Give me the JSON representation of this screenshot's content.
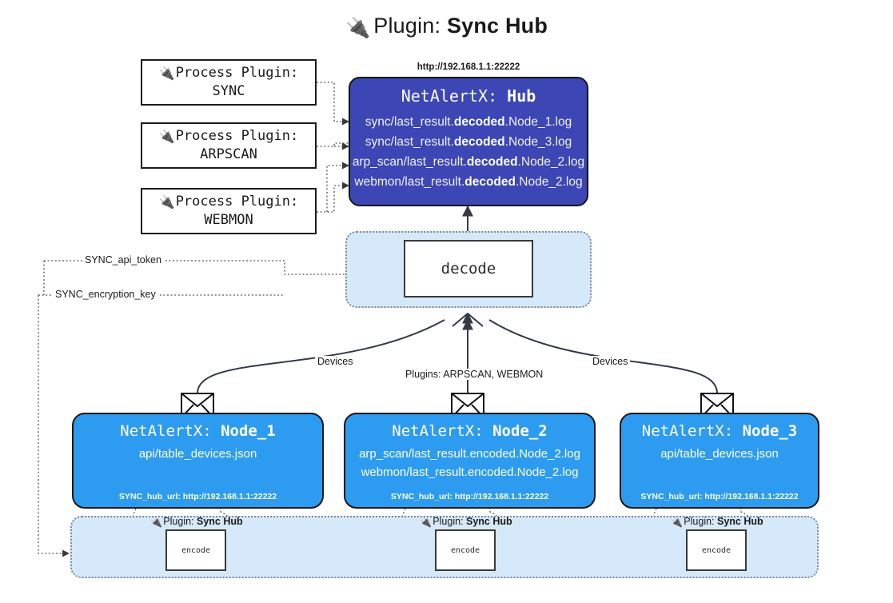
{
  "title": {
    "icon": "plug-icon",
    "glyph": "🔌",
    "prefix": "Plugin: ",
    "name": "Sync Hub"
  },
  "process_plugins": [
    {
      "line1_prefix": "Process Plugin:",
      "line2": "SYNC",
      "glyph": "🔌"
    },
    {
      "line1_prefix": "Process Plugin:",
      "line2": "ARPSCAN",
      "glyph": "🔌"
    },
    {
      "line1_prefix": "Process Plugin:",
      "line2": "WEBMON",
      "glyph": "🔌"
    }
  ],
  "hub": {
    "url": "http://192.168.1.1:22222",
    "title_prefix": "NetAlertX: ",
    "title_name": "Hub",
    "logs": [
      {
        "pre": "sync/last_result.",
        "em": "decoded",
        "post": ".Node_1.log"
      },
      {
        "pre": "sync/last_result.",
        "em": "decoded",
        "post": ".Node_3.log"
      },
      {
        "pre": "arp_scan/last_result.",
        "em": "decoded",
        "post": ".Node_2.log"
      },
      {
        "pre": "webmon/last_result.",
        "em": "decoded",
        "post": ".Node_2.log"
      }
    ]
  },
  "decode": {
    "label": "decode"
  },
  "config_labels": {
    "api_token": "SYNC_api_token",
    "encryption_key": "SYNC_encryption_key"
  },
  "edge_labels": {
    "devices_left": "Devices",
    "devices_right": "Devices",
    "plugins_center": "Plugins: ARPSCAN, WEBMON"
  },
  "nodes": [
    {
      "title_prefix": "NetAlertX: ",
      "title_name": "Node_1",
      "lines": [
        "api/table_devices.json"
      ],
      "footer": "SYNC_hub_url: http://192.168.1.1:22222",
      "icon": "envelope-icon"
    },
    {
      "title_prefix": "NetAlertX: ",
      "title_name": "Node_2",
      "lines": [
        "arp_scan/last_result.encoded.Node_2.log",
        "webmon/last_result.encoded.Node_2.log"
      ],
      "footer": "SYNC_hub_url: http://192.168.1.1:22222",
      "icon": "envelope-icon"
    },
    {
      "title_prefix": "NetAlertX: ",
      "title_name": "Node_3",
      "lines": [
        "api/table_devices.json"
      ],
      "footer": "SYNC_hub_url: http://192.168.1.1:22222",
      "icon": "envelope-icon"
    }
  ],
  "encoders": [
    {
      "plugin_prefix": "Plugin: ",
      "plugin_name": "Sync Hub",
      "label": "encode",
      "glyph": "🔌"
    },
    {
      "plugin_prefix": "Plugin: ",
      "plugin_name": "Sync Hub",
      "label": "encode",
      "glyph": "🔌"
    },
    {
      "plugin_prefix": "Plugin: ",
      "plugin_name": "Sync Hub",
      "label": "encode",
      "glyph": "🔌"
    }
  ],
  "colors": {
    "hub_fill": "#3c46b4",
    "node_fill": "#2d9cf0",
    "container_fill": "#d6e9fa",
    "stroke": "#161616",
    "dotted_stroke": "#555555",
    "background": "#ffffff"
  }
}
